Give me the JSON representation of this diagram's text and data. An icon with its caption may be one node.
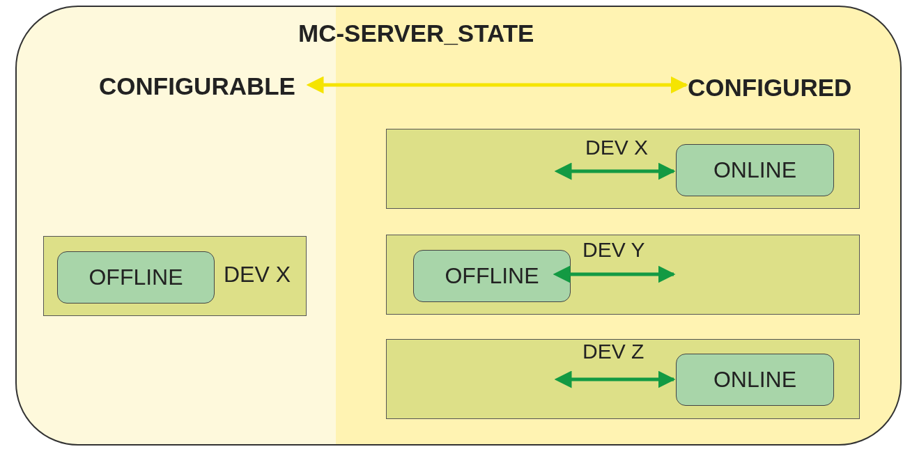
{
  "diagram": {
    "nodes": [
      {
        "text": [
          "MC-SERVER_STATE"
        ]
      },
      {
        "text": [
          "CONFIGURABLE"
        ],
        "in": 0
      },
      {
        "text": [
          "CONFIGURED"
        ],
        "in": 0
      },
      {
        "text": [
          "DEV X"
        ],
        "in": 0
      },
      {
        "text": [
          "OFFLINE"
        ],
        "in": 3
      },
      {
        "text": [],
        "shape": "box",
        "in": 0
      },
      {
        "text": [
          "ONLINE"
        ],
        "in": 5
      },
      {
        "text": [],
        "shape": "box",
        "in": 0
      },
      {
        "text": [
          "OFFLINE"
        ],
        "in": 7
      },
      {
        "text": [],
        "shape": "box",
        "in": 0
      },
      {
        "text": [
          "ONLINE"
        ],
        "in": 9
      }
    ],
    "edges": [
      {
        "from": 1,
        "to": 2,
        "arrow": "both",
        "color": "#f5e400"
      },
      {
        "from": null,
        "to": 6,
        "arrow": "both",
        "label": "DEV X"
      },
      {
        "from": 8,
        "to": null,
        "arrow": "both",
        "label": "DEV Y"
      },
      {
        "from": null,
        "to": 10,
        "arrow": "both",
        "label": "DEV Z"
      }
    ]
  }
}
